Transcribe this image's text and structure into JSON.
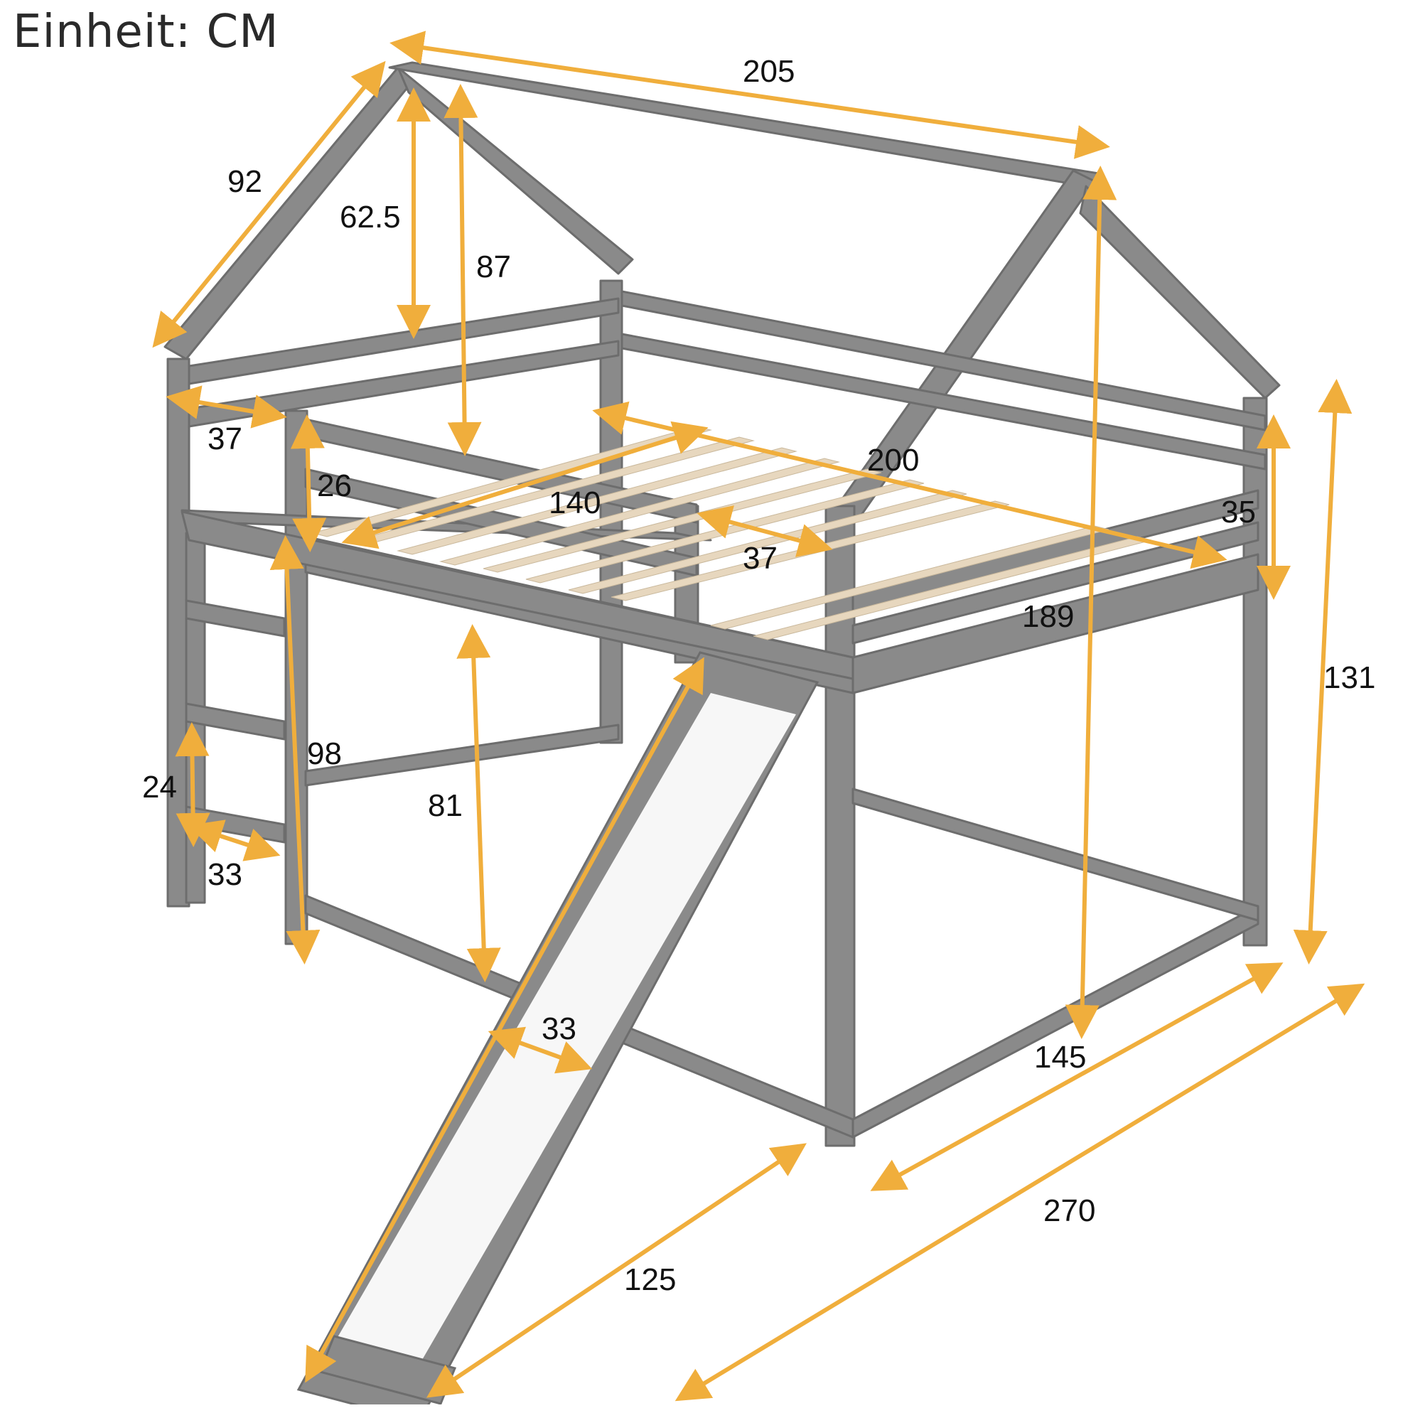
{
  "unit_label": "Einheit: CM",
  "colors": {
    "frame": "#8a8a8a",
    "frame_edge": "#6d6d6d",
    "slats": "#e7d7be",
    "slide_surface": "#f7f7f7",
    "arrow": "#f0ae3c"
  },
  "dimensions": {
    "roof_length": "205",
    "roof_slope": "92",
    "roof_inner_height": "62.5",
    "roof_total_height": "87",
    "ladder_opening_back": "37",
    "guardrail_height_left": "26",
    "mattress_width": "140",
    "mattress_length": "200",
    "slide_opening": "37",
    "guardrail_height_right": "35",
    "inner_length": "189",
    "total_height": "131",
    "ladder_height": "98",
    "clearance_height": "81",
    "ladder_step_spacing": "24",
    "ladder_width": "33",
    "slide_width": "33",
    "depth": "145",
    "slide_projection": "125",
    "total_length": "270"
  }
}
